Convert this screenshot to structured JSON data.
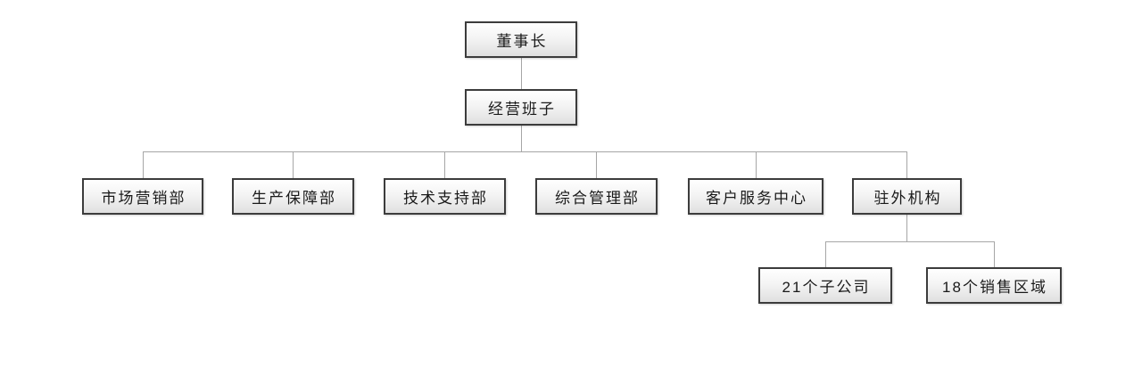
{
  "colors": {
    "background": "#ffffff",
    "node_border": "#3c3c3c",
    "node_fill_top": "#ffffff",
    "node_fill_bottom": "#e0e0e0",
    "connector": "#a6a6a6",
    "text": "#1a1a1a"
  },
  "org_chart": {
    "type": "org-chart",
    "nodes": {
      "chairman": {
        "label": "董事长"
      },
      "management": {
        "label": "经营班子"
      },
      "marketing": {
        "label": "市场营销部"
      },
      "production": {
        "label": "生产保障部"
      },
      "tech_support": {
        "label": "技术支持部"
      },
      "general_admin": {
        "label": "综合管理部"
      },
      "customer_service": {
        "label": "客户服务中心"
      },
      "field_offices": {
        "label": "驻外机构"
      },
      "subsidiaries": {
        "label": "21个子公司"
      },
      "sales_regions": {
        "label": "18个销售区域"
      }
    },
    "structure": {
      "董事长": [
        "经营班子"
      ],
      "经营班子": [
        "市场营销部",
        "生产保障部",
        "技术支持部",
        "综合管理部",
        "客户服务中心",
        "驻外机构"
      ],
      "驻外机构": [
        "21个子公司",
        "18个销售区域"
      ]
    }
  }
}
